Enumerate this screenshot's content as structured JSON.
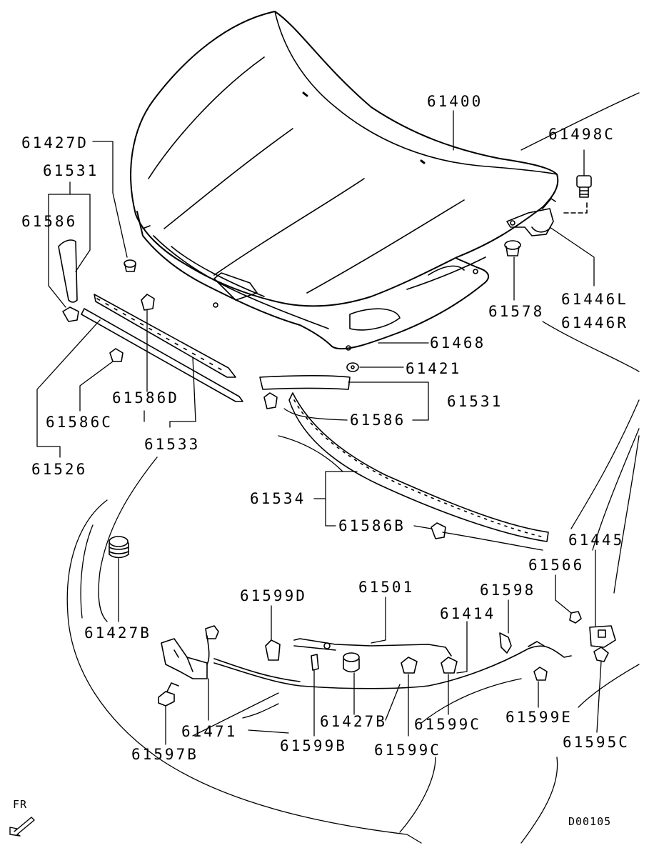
{
  "diagram": {
    "code": "D00105",
    "orientation": "FR",
    "labels": {
      "p61400": "61400",
      "p61498C": "61498C",
      "p61427D": "61427D",
      "p61531_top": "61531",
      "p61586_top": "61586",
      "p61446L": "61446L",
      "p61446R": "61446R",
      "p61578": "61578",
      "p61468": "61468",
      "p61421": "61421",
      "p61531_mid": "61531",
      "p61586_mid": "61586",
      "p61586D": "61586D",
      "p61586C": "61586C",
      "p61533": "61533",
      "p61526": "61526",
      "p61534": "61534",
      "p61586B": "61586B",
      "p61445": "61445",
      "p61566": "61566",
      "p61599D": "61599D",
      "p61501": "61501",
      "p61598": "61598",
      "p61414": "61414",
      "p61427B_left": "61427B",
      "p61471": "61471",
      "p61427B_mid": "61427B",
      "p61599C_right": "61599C",
      "p61599E": "61599E",
      "p61599B": "61599B",
      "p61599C_bottom": "61599C",
      "p61597B": "61597B",
      "p61595C": "61595C"
    }
  }
}
